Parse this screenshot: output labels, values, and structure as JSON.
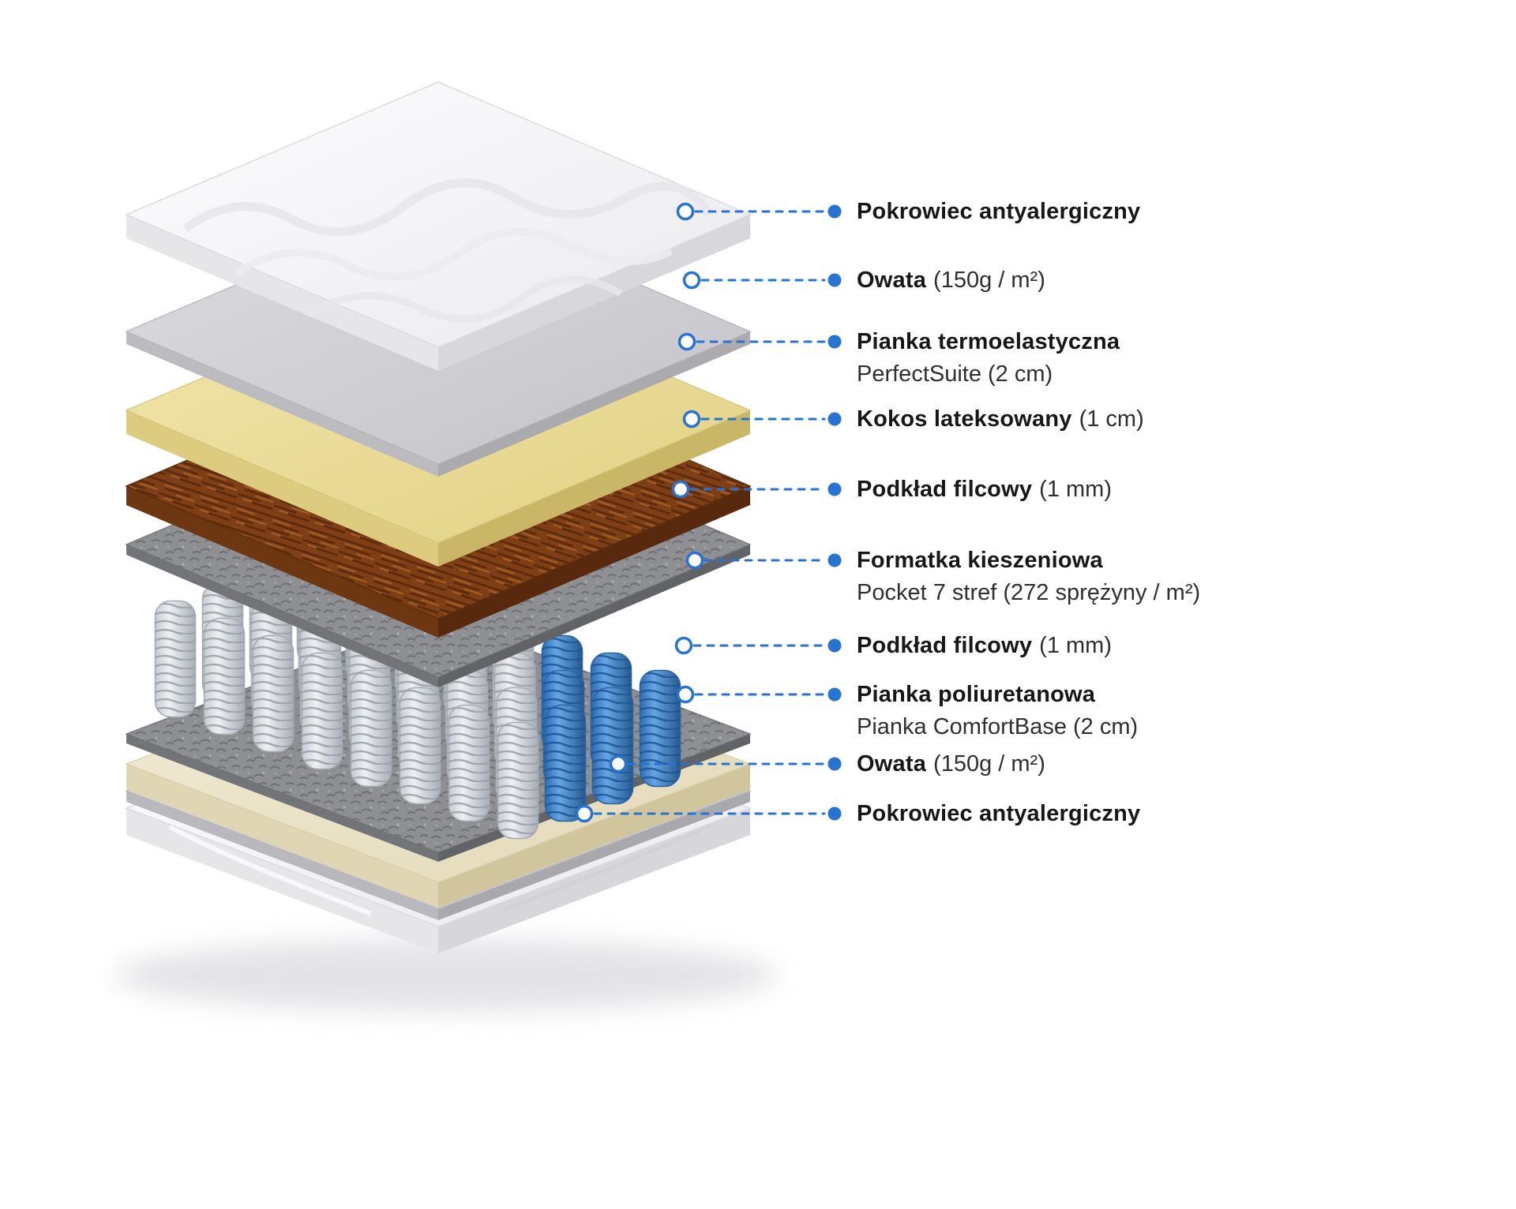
{
  "diagram": {
    "subject": "mattress-exploded-layers",
    "accent_blue": "#2673d2",
    "layer_colors": {
      "cover": "#f4f4f6",
      "owata": "#cfcfd3",
      "thermoelastic_foam": "#ecdf9b",
      "coconut": "#7e3f16",
      "felt": "#8e8f93",
      "springs_gray": "#d6d9dd",
      "springs_blue": "#3f8bd8",
      "polyurethane_foam": "#efe8cf"
    }
  },
  "labels": [
    {
      "name": "Pokrowiec antyalergiczny",
      "spec": "",
      "detail": ""
    },
    {
      "name": "Owata",
      "spec": "(150g / m²)",
      "detail": ""
    },
    {
      "name": "Pianka termoelastyczna",
      "spec": "",
      "detail": "PerfectSuite (2 cm)"
    },
    {
      "name": "Kokos lateksowany",
      "spec": "(1 cm)",
      "detail": ""
    },
    {
      "name": "Podkład filcowy",
      "spec": "(1 mm)",
      "detail": ""
    },
    {
      "name": "Formatka kieszeniowa",
      "spec": "",
      "detail": "Pocket 7 stref (272 sprężyny / m²)"
    },
    {
      "name": "Podkład filcowy",
      "spec": "(1 mm)",
      "detail": ""
    },
    {
      "name": "Pianka poliuretanowa",
      "spec": "",
      "detail": "Pianka ComfortBase (2 cm)"
    },
    {
      "name": "Owata",
      "spec": "(150g / m²)",
      "detail": ""
    },
    {
      "name": "Pokrowiec antyalergiczny",
      "spec": "",
      "detail": ""
    }
  ]
}
